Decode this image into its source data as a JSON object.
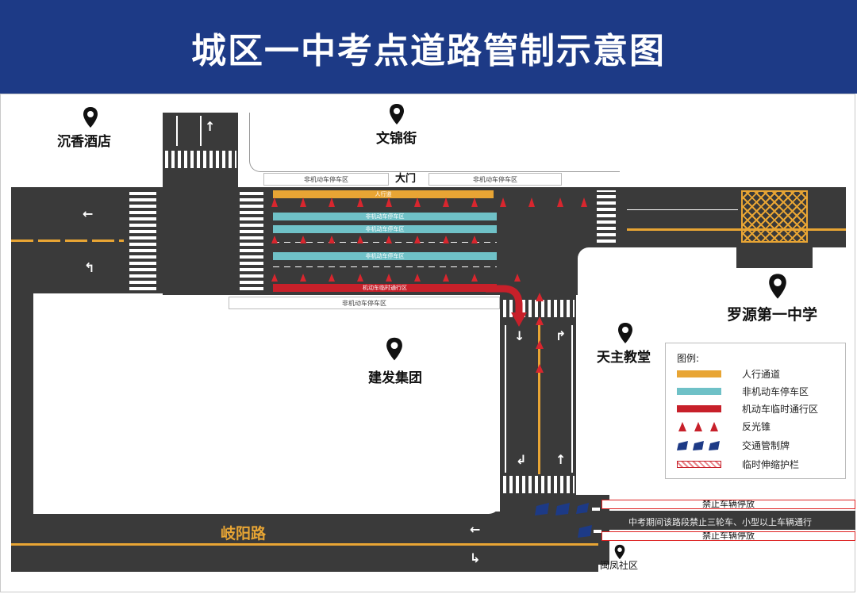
{
  "header": {
    "title": "城区一中考点道路管制示意图"
  },
  "places": {
    "hotel": "沉香酒店",
    "street_north": "文锦街",
    "school_gate": "大门",
    "school": "罗源第一中学",
    "church": "天主教堂",
    "group": "建发集团",
    "road_south": "岐阳路",
    "community": "闽凤社区"
  },
  "road_labels": {
    "parking_north_left": "非机动车停车区",
    "parking_north_right": "非机动车停车区",
    "parking_south": "非机动车停车区",
    "ped_lane": "人行道",
    "bike_lane_1": "非机动车停车区",
    "bike_lane_2": "非机动车停车区",
    "bike_lane_3": "非机动车停车区",
    "motor_lane": "机动车临时通行区"
  },
  "restrictions": {
    "no_parking_top": "禁止车辆停放",
    "ban_note": "中考期间该路段禁止三轮车、小型以上车辆通行",
    "no_parking_bottom": "禁止车辆停放"
  },
  "legend": {
    "title": "图例:",
    "items": [
      {
        "label": "人行通道",
        "color": "#e8a534"
      },
      {
        "label": "非机动车停车区",
        "color": "#6fc1c7"
      },
      {
        "label": "机动车临时通行区",
        "color": "#c7202a"
      },
      {
        "label": "反光锥",
        "color": "#c7202a"
      },
      {
        "label": "交通管制牌",
        "color": "#1d3a86"
      },
      {
        "label": "临时伸缩护栏",
        "color": "#c7202a"
      }
    ]
  },
  "colors": {
    "header_bg": "#1d3a86",
    "road": "#3a3a3a",
    "pedestrian": "#e8a534",
    "bike_parking": "#6fc1c7",
    "motor_temp": "#c7202a"
  }
}
